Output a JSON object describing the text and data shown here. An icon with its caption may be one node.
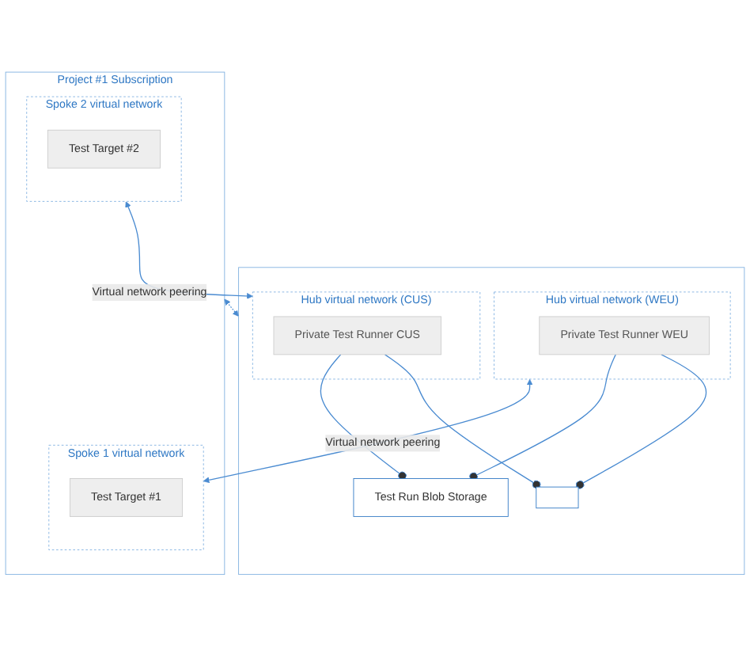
{
  "diagram": {
    "nodes": [
      {
        "text": [],
        "shape": "box"
      },
      {
        "text": [
          "Hub virtual network (WEU)"
        ],
        "in": 0
      },
      {
        "text": [
          "Private Test Runner WEU"
        ],
        "in": 1
      },
      {
        "text": [],
        "shape": "box",
        "in": 0
      },
      {
        "text": [
          "Test Run Blob Storage"
        ],
        "in": 0
      },
      {
        "text": [
          "Hub virtual network (CUS)"
        ],
        "in": 0
      },
      {
        "text": [
          "Private Test Runner CUS"
        ],
        "in": 5
      },
      {
        "text": [
          "Project #1 Subscription"
        ]
      },
      {
        "text": [
          "Spoke 1 virtual network"
        ],
        "in": 7
      },
      {
        "text": [
          "Test Target #1"
        ],
        "in": 8
      },
      {
        "text": [
          "Spoke 2 virtual network"
        ],
        "in": 7
      },
      {
        "text": [
          "Test Target #2"
        ],
        "in": 10
      }
    ],
    "edges": [
      {
        "from": 0,
        "to": 7,
        "arrow": "both",
        "style": "dashed"
      },
      {
        "from": 1,
        "to": 8,
        "arrow": "both",
        "label": "Virtual network peering"
      },
      {
        "from": 2,
        "to": 3,
        "arrow": "other"
      },
      {
        "from": 2,
        "to": 4,
        "arrow": "other"
      },
      {
        "from": 6,
        "to": 3,
        "arrow": "other"
      },
      {
        "from": 6,
        "to": 4,
        "arrow": "other"
      },
      {
        "from": 10,
        "to": 5,
        "arrow": "both",
        "label": "Virtual network peering"
      }
    ]
  }
}
